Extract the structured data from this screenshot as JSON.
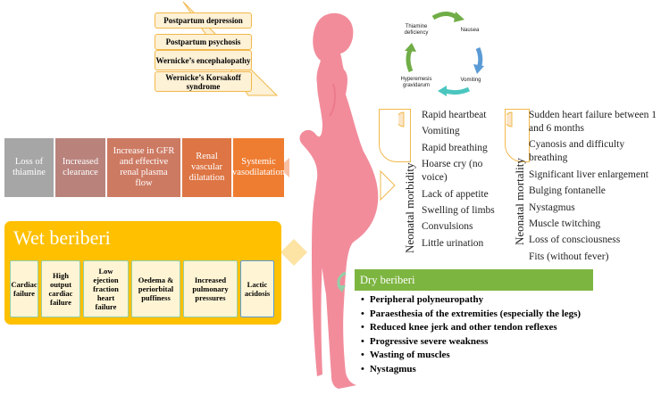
{
  "complications": [
    "Postpartum depression",
    "Postpartum psychosis",
    "Wernicke’s encephalopathy",
    "Wernicke’s Korsakoff syndrome"
  ],
  "cycle": {
    "top_left": "Thiamine deficiency",
    "top_right": "Nausea",
    "right": "Vomiting",
    "bottom_left": "Hyperemesis gravidarum"
  },
  "morbidity": {
    "label": "Neonatal morbidity",
    "items": [
      "Rapid heartbeat",
      "Vomiting",
      "Rapid breathing",
      "Hoarse cry (no voice)",
      "Lack of appetite",
      "Swelling of limbs",
      "Convulsions",
      "Little urination"
    ]
  },
  "mortality": {
    "label": "Neonatal mortality",
    "items": [
      "Sudden heart failure between 1 and 6 months",
      "Cyanosis and difficulty breathing",
      "Significant liver enlargement",
      "Bulging fontanelle",
      "Nystagmus",
      "Muscle twitching",
      "Loss of consciousness",
      "Fits (without fever)"
    ]
  },
  "pathway": [
    "Loss of thiamine",
    "Increased clearance",
    "Increase in GFR and effective renal plasma flow",
    "Renal vascular dilatation",
    "Systemic vasodilatation"
  ],
  "wet": {
    "title": "Wet beriberi",
    "items": [
      "Cardiac failure",
      "High output cardiac failure",
      "Low ejection fraction heart failure",
      "Oedema & periorbital puffiness",
      "Increased pulmonary pressures",
      "Lactic acidosis"
    ]
  },
  "dry": {
    "title": "Dry beriberi",
    "items": [
      "Peripheral polyneuropathy",
      "Paraesthesia of the extremities (especially the legs)",
      "Reduced knee jerk and other tendon reflexes",
      "Progressive severe weakness",
      "Wasting of muscles",
      "Nystagmus"
    ]
  },
  "colors": {
    "silhouette": "#f28c9b",
    "wet": "#ffc000",
    "dry": "#7db541",
    "pathway": [
      "#a6a6a6",
      "#b9837c",
      "#cd7a63",
      "#dd7544",
      "#ef7d31"
    ]
  }
}
